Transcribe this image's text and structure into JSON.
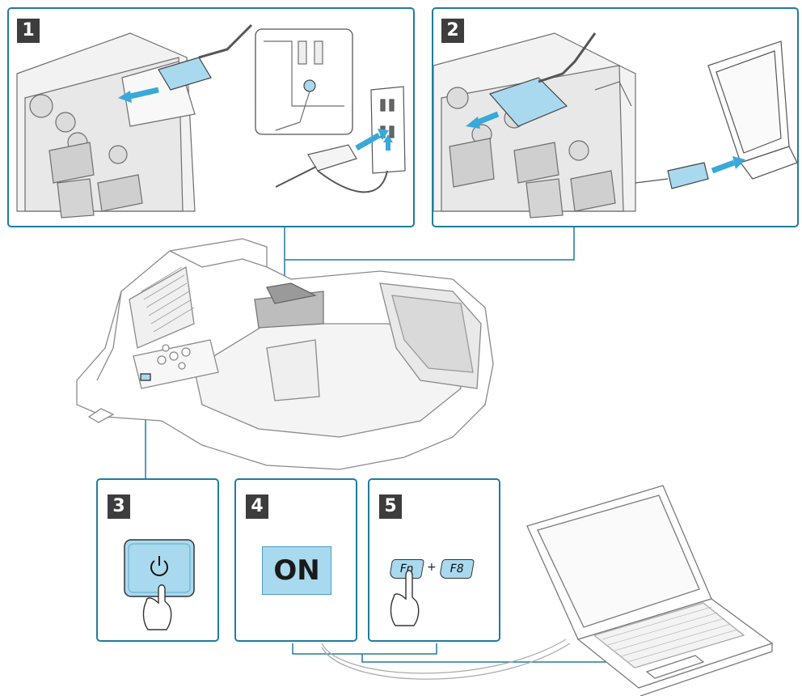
{
  "steps": {
    "s1": {
      "number": "1"
    },
    "s2": {
      "number": "2"
    },
    "s3": {
      "number": "3",
      "button_icon": "power-icon"
    },
    "s4": {
      "number": "4",
      "status_text": "ON"
    },
    "s5": {
      "number": "5",
      "key1": "Fn",
      "key_plus": "+",
      "key2": "F8"
    }
  },
  "colors": {
    "panel_border": "#1f7ca0",
    "highlight_blue": "#a9d9ee",
    "arrow_blue": "#38a9d8",
    "badge_bg": "#3d3d3d"
  }
}
